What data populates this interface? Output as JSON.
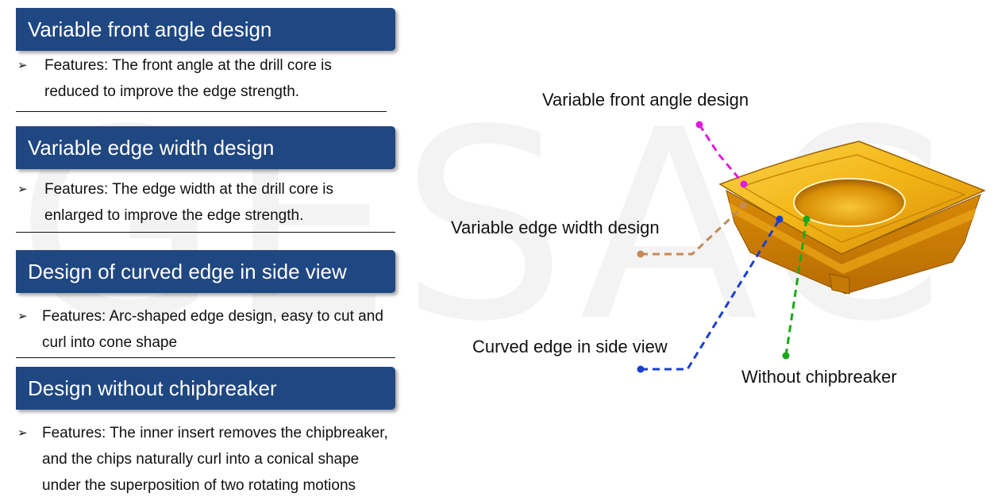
{
  "watermark": "GESAC",
  "sections": [
    {
      "header": "Variable front angle design",
      "lines": [
        "Features: The front angle at the drill core is",
        "reduced to improve the edge strength."
      ]
    },
    {
      "header": "Variable edge width design",
      "lines": [
        "Features: The edge width at the drill core is",
        "enlarged to improve the edge strength."
      ]
    },
    {
      "header": "Design of curved edge in side view",
      "lines": [
        "Features: Arc-shaped edge design, easy to cut and",
        "curl into cone shape"
      ]
    },
    {
      "header": "Design without chipbreaker",
      "lines": [
        "Features: The inner insert removes the chipbreaker,",
        "and the chips naturally curl into a conical shape",
        "under the superposition of two rotating motions"
      ]
    }
  ],
  "bullet_glyph": "➢",
  "callouts": {
    "front_angle": {
      "label": "Variable front angle design",
      "color": "#e31be0"
    },
    "edge_width": {
      "label": "Variable edge width design",
      "color": "#c48a55"
    },
    "curved_edge": {
      "label": "Curved edge in side view",
      "color": "#1a3fd0"
    },
    "chipbreaker": {
      "label": "Without chipbreaker",
      "color": "#1aa81a"
    }
  },
  "colors": {
    "header_bg": "#1f4782",
    "insert_gold": "#e7a20c"
  }
}
